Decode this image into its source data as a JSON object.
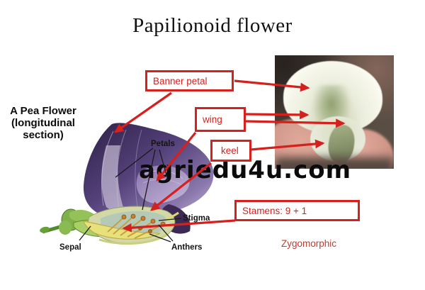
{
  "title": "Papilionoid flower",
  "left_caption": {
    "lines": [
      "A Pea Flower",
      "(longitudinal",
      "section)"
    ]
  },
  "callout_boxes": {
    "banner_petal": "Banner petal",
    "wing": "wing",
    "keel": "keel",
    "stamens": "Stamens: 9 + 1"
  },
  "diagram_labels": {
    "petals": "Petals",
    "stigma": "Stigma",
    "sepal": "Sepal",
    "anthers": "Anthers"
  },
  "annotation": "Zygomorphic",
  "watermark": "agriedu4u.com",
  "colors": {
    "callout_red": "#d6201e",
    "annotation_red": "#c23b2e",
    "label_black": "#141414",
    "petal_dark_purple": "#34244e",
    "petal_light_purple": "#8a74ac",
    "keel_yellow": "#e7e07b",
    "leaf_green": "#4e8c2c"
  }
}
